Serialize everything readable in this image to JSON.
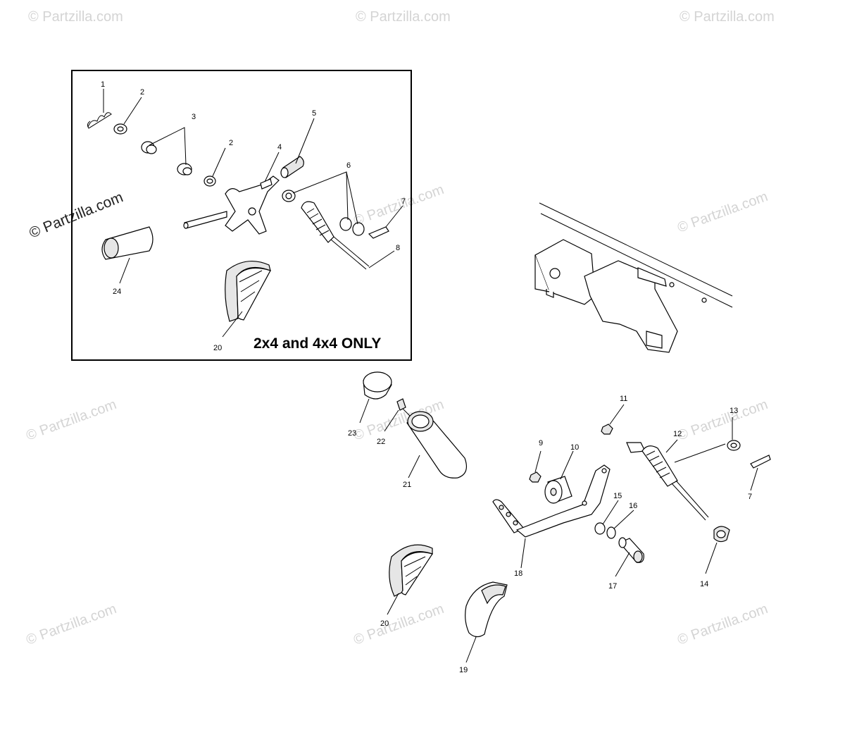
{
  "watermark": {
    "text": "© Partzilla.com"
  },
  "inset": {
    "caption": "2x4 and 4x4 ONLY"
  },
  "callouts": {
    "c1": "1",
    "c2a": "2",
    "c2b": "2",
    "c3": "3",
    "c4": "4",
    "c5": "5",
    "c6": "6",
    "c7a": "7",
    "c7b": "7",
    "c8": "8",
    "c9": "9",
    "c10": "10",
    "c11": "11",
    "c12": "12",
    "c13": "13",
    "c14": "14",
    "c15": "15",
    "c16": "16",
    "c17": "17",
    "c18": "18",
    "c19": "19",
    "c20a": "20",
    "c20b": "20",
    "c21": "21",
    "c22": "22",
    "c23": "23",
    "c24": "24"
  }
}
